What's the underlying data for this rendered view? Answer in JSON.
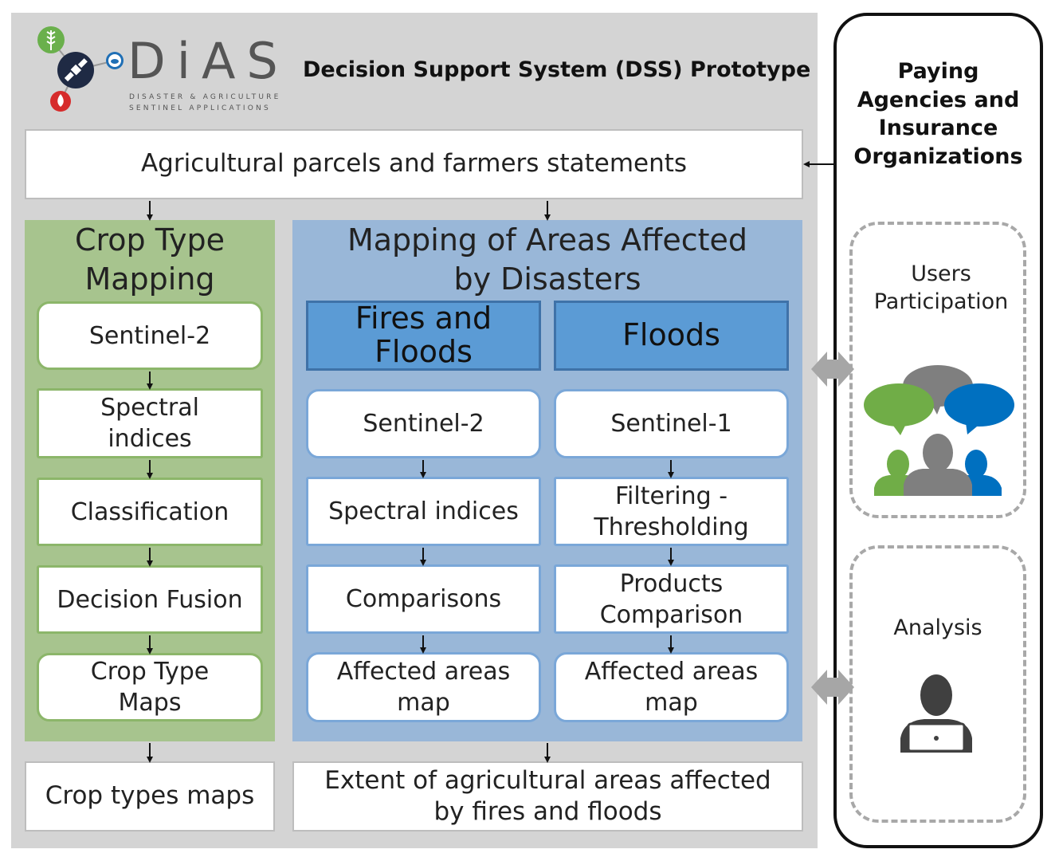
{
  "header": {
    "title": "Decision Support System (DSS) Prototype",
    "logo": {
      "name": "DiAS",
      "sub_line1": "DISASTER & AGRICULTURE",
      "sub_line2": "SENTINEL APPLICATIONS"
    }
  },
  "input_box": "Agricultural parcels and farmers statements",
  "crop_type": {
    "title_line1": "Crop Type",
    "title_line2": "Mapping",
    "steps": [
      {
        "line1": "Sentinel-2",
        "line2": ""
      },
      {
        "line1": "Spectral",
        "line2": "indices"
      },
      {
        "line1": "Classification",
        "line2": ""
      },
      {
        "line1": "Decision Fusion",
        "line2": ""
      },
      {
        "line1": "Crop Type",
        "line2": "Maps"
      }
    ],
    "output": "Crop types maps"
  },
  "disaster": {
    "title_line1": "Mapping of Areas Affected",
    "title_line2": "by Disasters",
    "fires": {
      "header_line1": "Fires and",
      "header_line2": "Floods",
      "steps": [
        {
          "line1": "Sentinel-2",
          "line2": ""
        },
        {
          "line1": "Spectral indices",
          "line2": ""
        },
        {
          "line1": "Comparisons",
          "line2": ""
        },
        {
          "line1": "Affected areas",
          "line2": "map"
        }
      ]
    },
    "floods": {
      "header_line1": "Floods",
      "steps": [
        {
          "line1": "Sentinel-1",
          "line2": ""
        },
        {
          "line1": "Filtering -",
          "line2": "Thresholding"
        },
        {
          "line1": "Products",
          "line2": "Comparison"
        },
        {
          "line1": "Affected areas",
          "line2": "map"
        }
      ]
    },
    "output_line1": "Extent of agricultural areas affected",
    "output_line2": "by fires and floods"
  },
  "stakeholders": {
    "title_line1": "Paying",
    "title_line2": "Agencies and",
    "title_line3": "Insurance",
    "title_line4": "Organizations",
    "participation_line1": "Users",
    "participation_line2": "Participation",
    "analysis": "Analysis"
  },
  "colors": {
    "panel_gray": "#d4d4d4",
    "crop_green": "#a7c48e",
    "disaster_blue": "#99b7d8",
    "header_blue": "#5b9bd5",
    "bubble_green": "#70ad47",
    "bubble_gray": "#808080",
    "bubble_blue": "#0070c0"
  },
  "icons": [
    "wheat-icon",
    "satellite-icon",
    "cloud-icon",
    "fire-icon",
    "speech-bubbles-icon",
    "people-group-icon",
    "person-laptop-icon"
  ]
}
